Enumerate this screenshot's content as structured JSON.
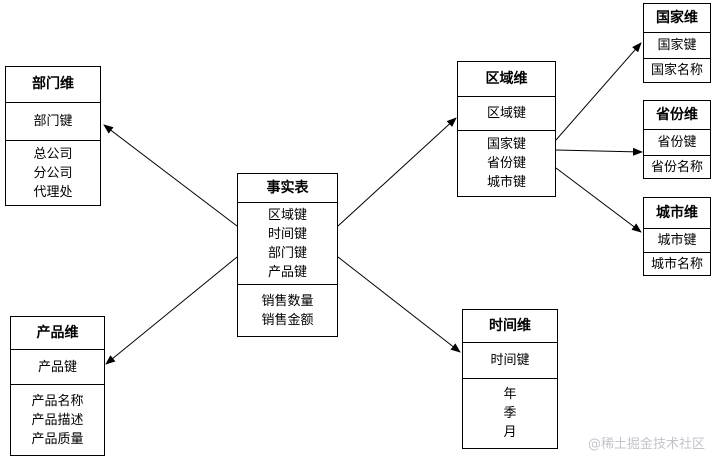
{
  "fact": {
    "title": "事实表",
    "keys": [
      "区域键",
      "时间键",
      "部门键",
      "产品键"
    ],
    "measures": [
      "销售数量",
      "销售金额"
    ]
  },
  "dept": {
    "title": "部门维",
    "key": "部门键",
    "attrs": [
      "总公司",
      "分公司",
      "代理处"
    ]
  },
  "product": {
    "title": "产品维",
    "key": "产品键",
    "attrs": [
      "产品名称",
      "产品描述",
      "产品质量"
    ]
  },
  "region": {
    "title": "区域维",
    "key": "区域键",
    "attrs": [
      "国家键",
      "省份键",
      "城市键"
    ]
  },
  "time": {
    "title": "时间维",
    "key": "时间键",
    "attrs": [
      "年",
      "季",
      "月"
    ]
  },
  "country": {
    "title": "国家维",
    "key": "国家键",
    "attrs": [
      "国家名称"
    ]
  },
  "province": {
    "title": "省份维",
    "key": "省份键",
    "attrs": [
      "省份名称"
    ]
  },
  "city": {
    "title": "城市维",
    "key": "城市键",
    "attrs": [
      "城市名称"
    ]
  },
  "watermark": "@稀土掘金技术社区"
}
